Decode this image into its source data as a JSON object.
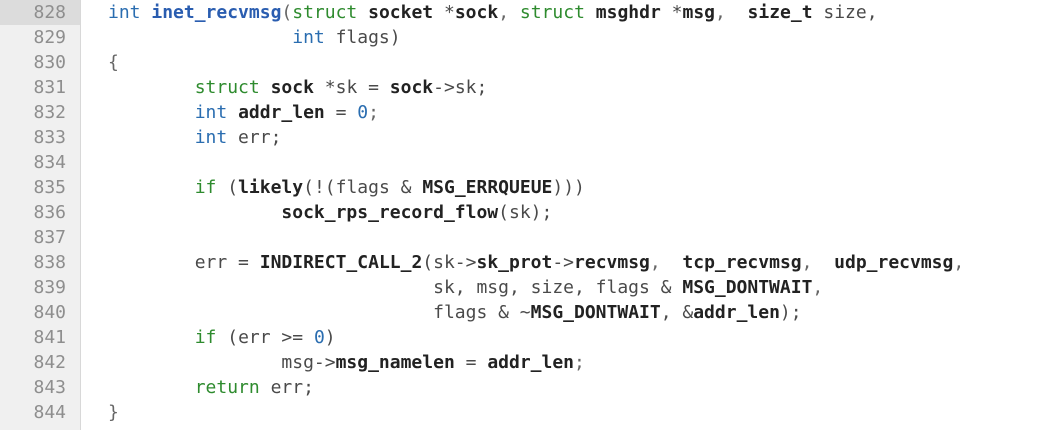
{
  "editor": {
    "current_line": 828,
    "lines": [
      {
        "n": "828",
        "tokens": [
          {
            "t": "int",
            "c": "ty"
          },
          {
            "t": " ",
            "c": "plain"
          },
          {
            "t": "inet_recvmsg",
            "c": "fn"
          },
          {
            "t": "(",
            "c": "punc"
          },
          {
            "t": "struct",
            "c": "kw"
          },
          {
            "t": " ",
            "c": "plain"
          },
          {
            "t": "socket",
            "c": "id"
          },
          {
            "t": " *",
            "c": "plain"
          },
          {
            "t": "sock",
            "c": "id"
          },
          {
            "t": ", ",
            "c": "punc"
          },
          {
            "t": "struct",
            "c": "kw"
          },
          {
            "t": " ",
            "c": "plain"
          },
          {
            "t": "msghdr",
            "c": "id"
          },
          {
            "t": " *",
            "c": "plain"
          },
          {
            "t": "msg",
            "c": "id"
          },
          {
            "t": ",  ",
            "c": "punc"
          },
          {
            "t": "size_t",
            "c": "id"
          },
          {
            "t": " size,",
            "c": "plain"
          }
        ]
      },
      {
        "n": "829",
        "tokens": [
          {
            "t": "                 ",
            "c": "plain"
          },
          {
            "t": "int",
            "c": "ty"
          },
          {
            "t": " flags)",
            "c": "plain"
          }
        ]
      },
      {
        "n": "830",
        "tokens": [
          {
            "t": "{",
            "c": "punc"
          }
        ]
      },
      {
        "n": "831",
        "tokens": [
          {
            "t": "        ",
            "c": "plain"
          },
          {
            "t": "struct",
            "c": "kw"
          },
          {
            "t": " ",
            "c": "plain"
          },
          {
            "t": "sock",
            "c": "id"
          },
          {
            "t": " *sk = ",
            "c": "plain"
          },
          {
            "t": "sock",
            "c": "id"
          },
          {
            "t": "->sk;",
            "c": "plain"
          }
        ]
      },
      {
        "n": "832",
        "tokens": [
          {
            "t": "        ",
            "c": "plain"
          },
          {
            "t": "int",
            "c": "ty"
          },
          {
            "t": " ",
            "c": "plain"
          },
          {
            "t": "addr_len",
            "c": "id"
          },
          {
            "t": " = ",
            "c": "plain"
          },
          {
            "t": "0",
            "c": "num-lit"
          },
          {
            "t": ";",
            "c": "punc"
          }
        ]
      },
      {
        "n": "833",
        "tokens": [
          {
            "t": "        ",
            "c": "plain"
          },
          {
            "t": "int",
            "c": "ty"
          },
          {
            "t": " err;",
            "c": "plain"
          }
        ]
      },
      {
        "n": "834",
        "tokens": []
      },
      {
        "n": "835",
        "tokens": [
          {
            "t": "        ",
            "c": "plain"
          },
          {
            "t": "if",
            "c": "kw"
          },
          {
            "t": " (",
            "c": "plain"
          },
          {
            "t": "likely",
            "c": "id"
          },
          {
            "t": "(!(flags & ",
            "c": "plain"
          },
          {
            "t": "MSG_ERRQUEUE",
            "c": "id"
          },
          {
            "t": ")))",
            "c": "plain"
          }
        ]
      },
      {
        "n": "836",
        "tokens": [
          {
            "t": "                ",
            "c": "plain"
          },
          {
            "t": "sock_rps_record_flow",
            "c": "id"
          },
          {
            "t": "(sk);",
            "c": "plain"
          }
        ]
      },
      {
        "n": "837",
        "tokens": []
      },
      {
        "n": "838",
        "tokens": [
          {
            "t": "        ",
            "c": "plain"
          },
          {
            "t": "err = ",
            "c": "plain"
          },
          {
            "t": "INDIRECT_CALL_2",
            "c": "id"
          },
          {
            "t": "(sk->",
            "c": "plain"
          },
          {
            "t": "sk_prot",
            "c": "id"
          },
          {
            "t": "->",
            "c": "plain"
          },
          {
            "t": "recvmsg",
            "c": "id"
          },
          {
            "t": ",  ",
            "c": "punc"
          },
          {
            "t": "tcp_recvmsg",
            "c": "id"
          },
          {
            "t": ",  ",
            "c": "punc"
          },
          {
            "t": "udp_recvmsg",
            "c": "id"
          },
          {
            "t": ",",
            "c": "punc"
          }
        ]
      },
      {
        "n": "839",
        "tokens": [
          {
            "t": "                              ",
            "c": "plain"
          },
          {
            "t": "sk, msg, size, flags & ",
            "c": "plain"
          },
          {
            "t": "MSG_DONTWAIT",
            "c": "id"
          },
          {
            "t": ",",
            "c": "punc"
          }
        ]
      },
      {
        "n": "840",
        "tokens": [
          {
            "t": "                              ",
            "c": "plain"
          },
          {
            "t": "flags & ~",
            "c": "plain"
          },
          {
            "t": "MSG_DONTWAIT",
            "c": "id"
          },
          {
            "t": ", &",
            "c": "plain"
          },
          {
            "t": "addr_len",
            "c": "id"
          },
          {
            "t": ");",
            "c": "plain"
          }
        ]
      },
      {
        "n": "841",
        "tokens": [
          {
            "t": "        ",
            "c": "plain"
          },
          {
            "t": "if",
            "c": "kw"
          },
          {
            "t": " (err >= ",
            "c": "plain"
          },
          {
            "t": "0",
            "c": "num-lit"
          },
          {
            "t": ")",
            "c": "plain"
          }
        ]
      },
      {
        "n": "842",
        "tokens": [
          {
            "t": "                ",
            "c": "plain"
          },
          {
            "t": "msg->",
            "c": "plain"
          },
          {
            "t": "msg_namelen",
            "c": "id"
          },
          {
            "t": " = ",
            "c": "plain"
          },
          {
            "t": "addr_len",
            "c": "id"
          },
          {
            "t": ";",
            "c": "punc"
          }
        ]
      },
      {
        "n": "843",
        "tokens": [
          {
            "t": "        ",
            "c": "plain"
          },
          {
            "t": "return",
            "c": "kw"
          },
          {
            "t": " err;",
            "c": "plain"
          }
        ]
      },
      {
        "n": "844",
        "tokens": [
          {
            "t": "}",
            "c": "punc"
          }
        ]
      }
    ]
  }
}
